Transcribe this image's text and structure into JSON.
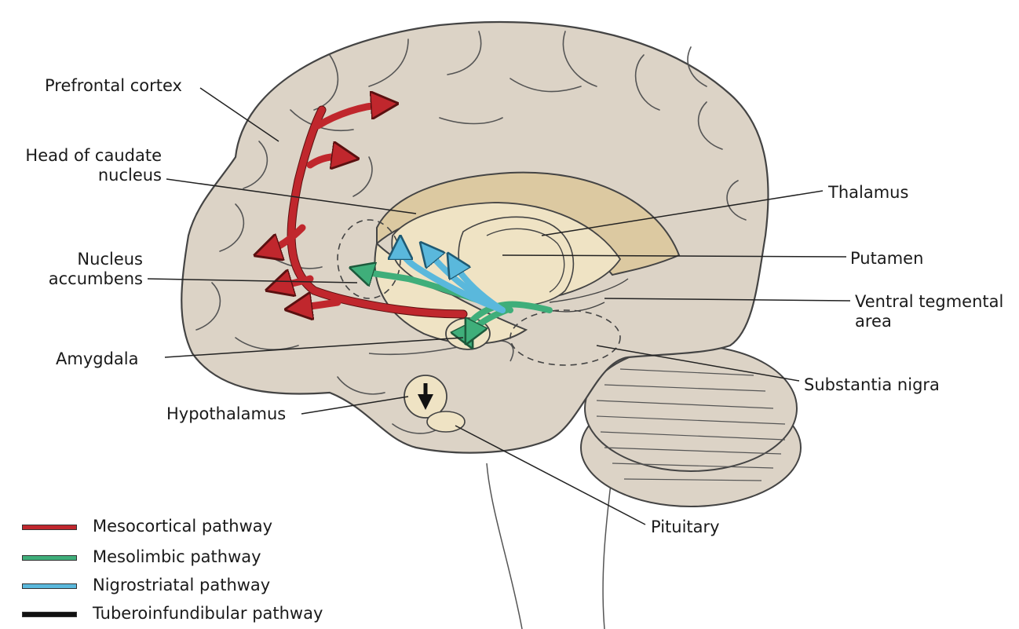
{
  "labels": {
    "prefrontal_cortex": "Prefrontal cortex",
    "head_of_caudate_line1": "Head of caudate",
    "head_of_caudate_line2": "nucleus",
    "nucleus_accumbens_line1": "Nucleus",
    "nucleus_accumbens_line2": "accumbens",
    "amygdala": "Amygdala",
    "hypothalamus": "Hypothalamus",
    "thalamus": "Thalamus",
    "putamen": "Putamen",
    "vta_line1": "Ventral tegmental",
    "vta_line2": "area",
    "substantia_nigra": "Substantia nigra",
    "pituitary": "Pituitary"
  },
  "legend": [
    {
      "label": "Mesocortical pathway",
      "color": "#c0272d"
    },
    {
      "label": "Mesolimbic pathway",
      "color": "#3fae7a"
    },
    {
      "label": "Nigrostriatal pathway",
      "color": "#5ab8dc"
    },
    {
      "label": "Tuberoinfundibular pathway",
      "color": "#111111"
    }
  ],
  "colors": {
    "brain_fill": "#dcd3c6",
    "basal_ganglia_fill": "#efe3c4",
    "caudate_fill": "#dcc9a1",
    "mesocortical": "#c0272d",
    "mesolimbic": "#3fae7a",
    "nigrostriatal": "#5ab8dc",
    "tuberoinfundibular": "#111111"
  }
}
